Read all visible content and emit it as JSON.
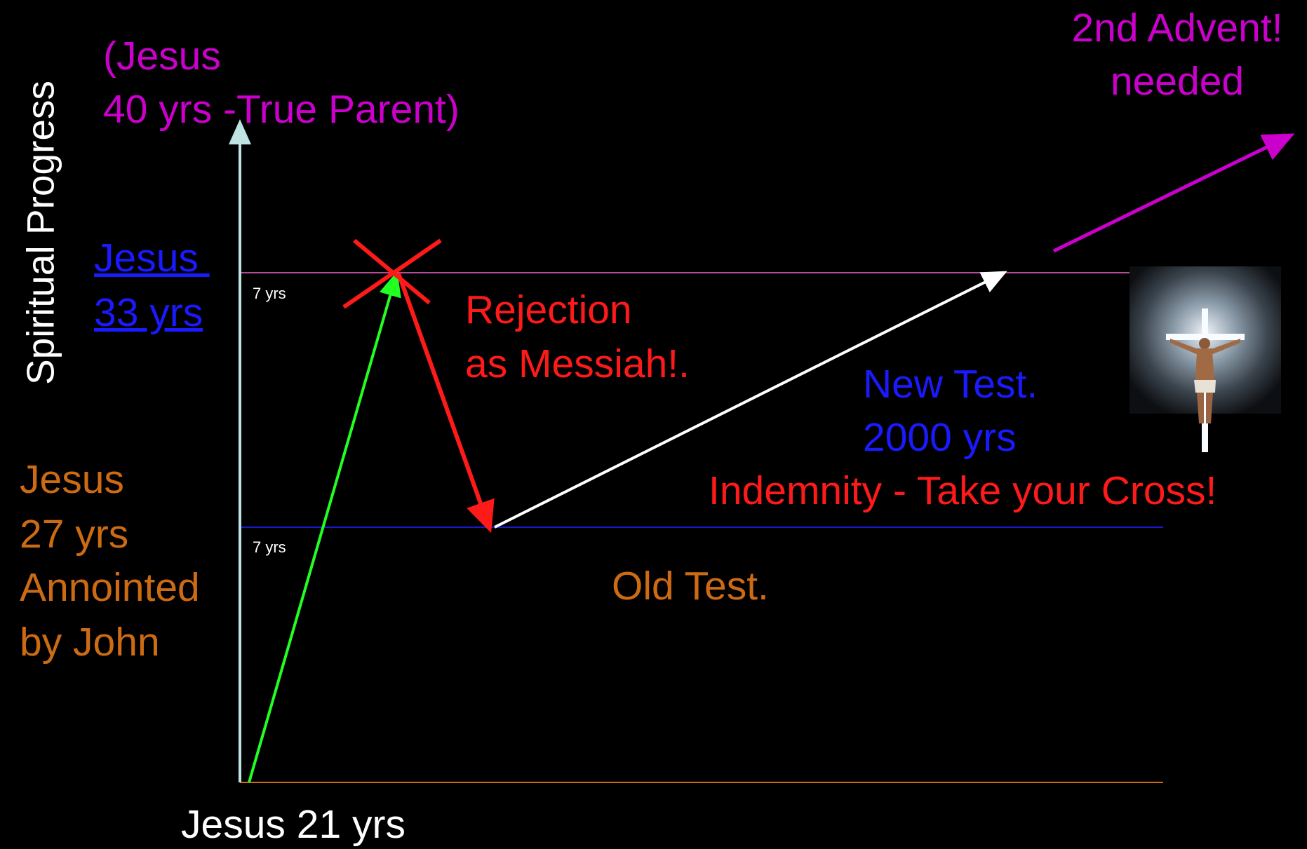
{
  "colors": {
    "background": "#000000",
    "magenta": "#cc00cc",
    "blue": "#1a1aff",
    "orange": "#cc6b14",
    "red": "#ff1a1a",
    "green": "#22ff22",
    "white": "#ffffff",
    "axis": "#bfe3e3",
    "line_top": "#b34d9a",
    "line_mid": "#1a1acc",
    "line_base": "#cc6b14"
  },
  "labels": {
    "y_axis": "Spiritual Progress",
    "x_start": "Jesus 21 yrs",
    "jesus_40_line1": "(Jesus",
    "jesus_40_line2": "40 yrs -True Parent)",
    "jesus_33_line1": "Jesus ",
    "jesus_33_line2": "33 yrs",
    "jesus_27_line1": "Jesus",
    "jesus_27_line2": "27 yrs",
    "jesus_27_line3": "Annointed",
    "jesus_27_line4": "by John",
    "seven_yrs_top": "7 yrs",
    "seven_yrs_bottom": "7 yrs",
    "rejection_line1": "Rejection",
    "rejection_line2": "as Messiah!.",
    "new_test_line1": "New Test.",
    "new_test_line2": "2000 yrs",
    "indemnity": "Indemnity - Take your Cross!",
    "old_test": "Old Test.",
    "advent_line1": "2nd Advent!",
    "advent_line2": "needed"
  },
  "icons": {
    "rejection_mark": "x-mark-icon",
    "crucifix": "crucifix-icon"
  }
}
